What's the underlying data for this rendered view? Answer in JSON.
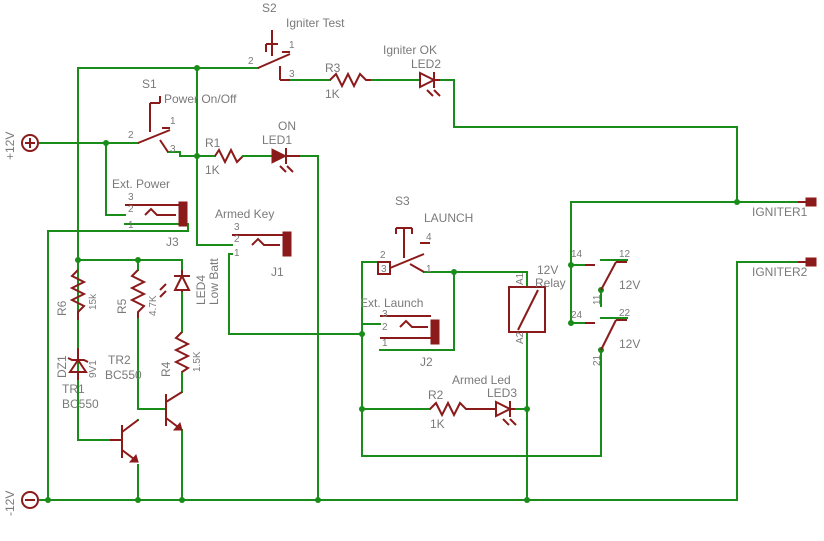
{
  "components": {
    "s2": {
      "ref": "S2",
      "name": "Igniter Test"
    },
    "s1": {
      "ref": "S1",
      "name": "Power On/Off"
    },
    "s3": {
      "ref": "S3",
      "name": "LAUNCH"
    },
    "r1": {
      "ref": "R1",
      "value": "1K"
    },
    "r2": {
      "ref": "R2",
      "value": "1K"
    },
    "r3": {
      "ref": "R3",
      "value": "1K"
    },
    "r4": {
      "ref": "R4",
      "value": "1.5K"
    },
    "r5": {
      "ref": "R5",
      "value": "4.7K"
    },
    "r6": {
      "ref": "R6",
      "value": "15k"
    },
    "led1": {
      "ref": "LED1",
      "name": "ON"
    },
    "led2": {
      "ref": "LED2",
      "name": "Igniter OK"
    },
    "led3": {
      "ref": "LED3",
      "name": "Armed Led"
    },
    "led4": {
      "ref": "LED4",
      "name": "Low Batt"
    },
    "j1": {
      "ref": "J1",
      "name": "Armed Key"
    },
    "j2": {
      "ref": "J2",
      "name": "Ext. Launch"
    },
    "j3": {
      "ref": "J3",
      "name": "Ext. Power"
    },
    "tr1": {
      "ref": "TR1",
      "value": "BC550"
    },
    "tr2": {
      "ref": "TR2",
      "value": "BC550"
    },
    "dz1": {
      "ref": "DZ1",
      "value": "9V1"
    },
    "relay": {
      "voltage": "12V",
      "name": "Relay",
      "coil_a1": "A1",
      "coil_a2": "A2",
      "c1_common": "11",
      "c1_no": "12",
      "c1_nc": "14",
      "c2_common": "21",
      "c2_no": "22",
      "c2_nc": "24",
      "c1_v": "12V",
      "c2_v": "12V"
    }
  },
  "connectors": {
    "plus12": "+12V",
    "minus12": "-12V",
    "igniter1": "IGNITER1",
    "igniter2": "IGNITER2"
  },
  "pins": {
    "p1": "1",
    "p2": "2",
    "p3": "3",
    "p4": "4"
  }
}
